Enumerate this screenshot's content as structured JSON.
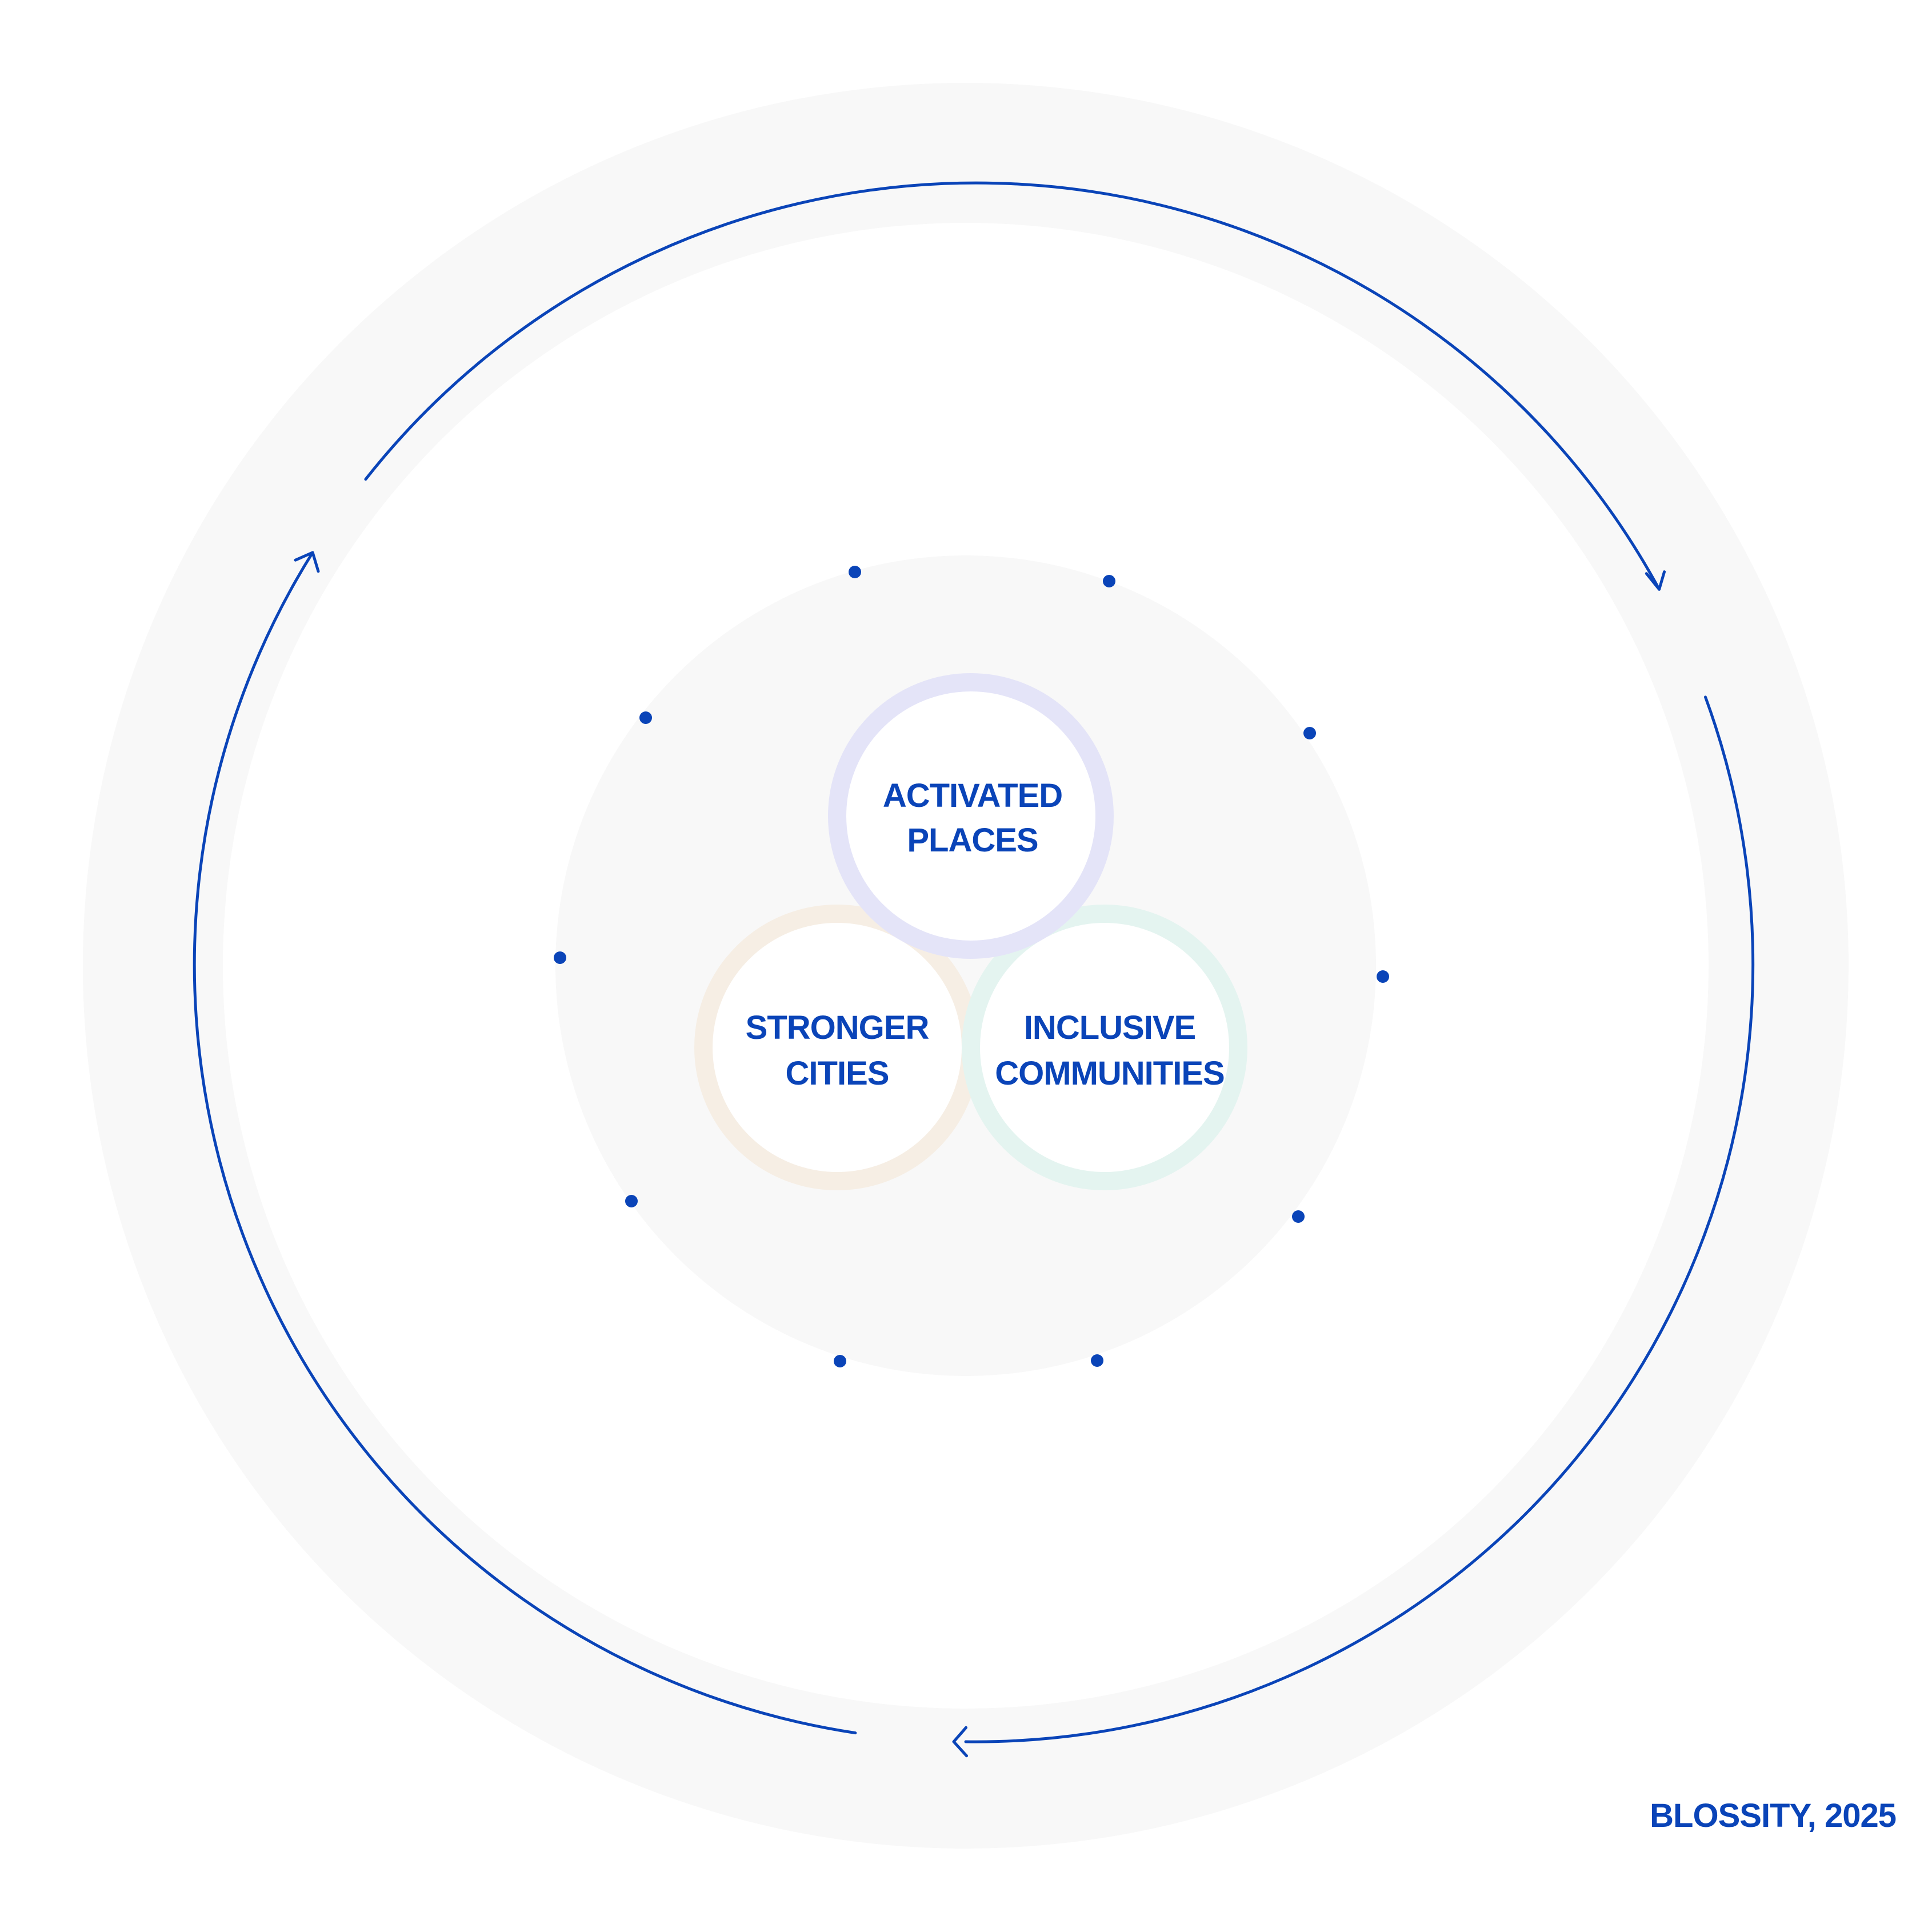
{
  "colors": {
    "accent": "#0a44b8",
    "background": "#ffffff",
    "ring_fill": "#f8f8f8",
    "activated_places_ring": "#e4e4f8",
    "stronger_cities_ring": "#f6eee4",
    "inclusive_communities_ring": "#e4f4f0"
  },
  "circles": {
    "activated_places": {
      "line1": "ACTIVATED",
      "line2": "PLACES"
    },
    "stronger_cities": {
      "line1": "STRONGER",
      "line2": "CITIES"
    },
    "inclusive_communities": {
      "line1": "INCLUSIVE",
      "line2": "COMMUNITIES"
    }
  },
  "credit": "BLOSSITY, 2025"
}
